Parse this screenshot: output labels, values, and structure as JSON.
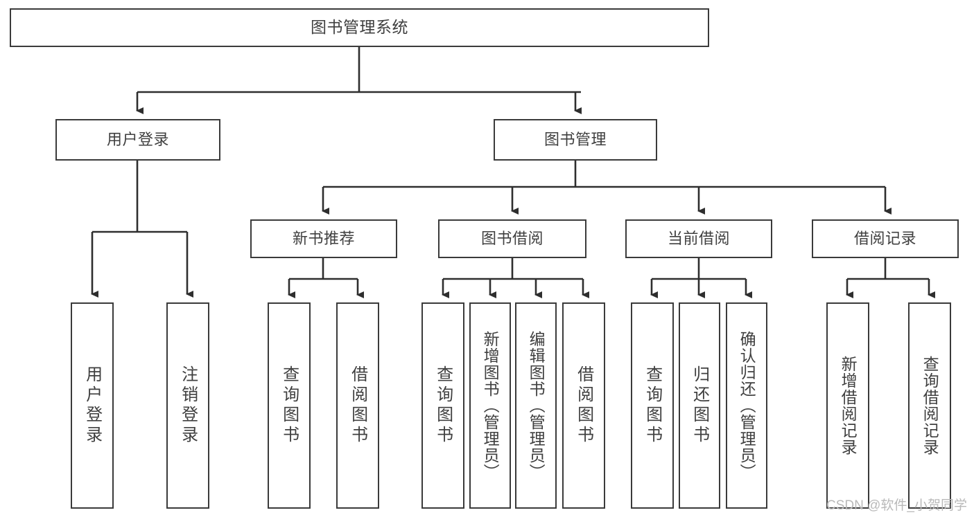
{
  "diagram": {
    "title": "图书管理系统",
    "type": "hierarchy-tree",
    "watermark": "CSDN @软件_小贺同学",
    "colors": {
      "border": "#3a3a3a",
      "text": "#3f3f3f",
      "background": "#ffffff",
      "watermark": "#b9b9b9"
    },
    "root": {
      "label": "图书管理系统"
    },
    "level2": [
      {
        "label": "用户登录"
      },
      {
        "label": "图书管理"
      }
    ],
    "level3": [
      {
        "label": "新书推荐"
      },
      {
        "label": "图书借阅"
      },
      {
        "label": "当前借阅"
      },
      {
        "label": "借阅记录"
      }
    ],
    "leaves": {
      "user_login": [
        {
          "label": "用户登录"
        },
        {
          "label": "注销登录"
        }
      ],
      "new_book": [
        {
          "label": "查询图书"
        },
        {
          "label": "借阅图书"
        }
      ],
      "book_borrow": [
        {
          "label": "查询图书"
        },
        {
          "label": "新增图书（管理员）"
        },
        {
          "label": "编辑图书（管理员）"
        },
        {
          "label": "借阅图书"
        }
      ],
      "current_borrow": [
        {
          "label": "查询图书"
        },
        {
          "label": "归还图书"
        },
        {
          "label": "确认归还（管理员）"
        }
      ],
      "borrow_record": [
        {
          "label": "新增借阅记录"
        },
        {
          "label": "查询借阅记录"
        }
      ]
    }
  }
}
